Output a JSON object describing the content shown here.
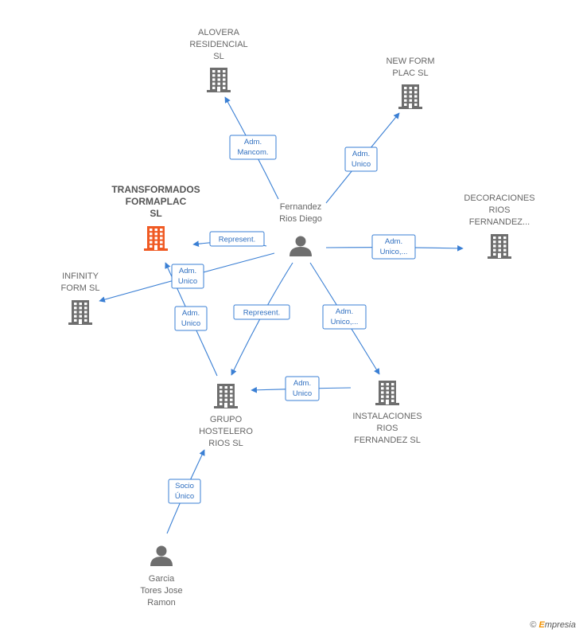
{
  "colors": {
    "edge": "#3a7fd4",
    "company": "#6e6e6e",
    "focus_company": "#f05a23",
    "person": "#6e6e6e"
  },
  "nodes": [
    {
      "id": "alovera",
      "type": "company",
      "lines": [
        "ALOVERA",
        "RESIDENCIAL",
        "SL"
      ]
    },
    {
      "id": "newform",
      "type": "company",
      "lines": [
        "NEW FORM",
        "PLAC  SL"
      ]
    },
    {
      "id": "transformados",
      "type": "company-focus",
      "lines": [
        "TRANSFORMADOS",
        "FORMAPLAC",
        "SL"
      ]
    },
    {
      "id": "decoraciones",
      "type": "company",
      "lines": [
        "DECORACIONES",
        "RIOS",
        "FERNANDEZ..."
      ]
    },
    {
      "id": "infinity",
      "type": "company",
      "lines": [
        "INFINITY",
        "FORM  SL"
      ]
    },
    {
      "id": "fernandez",
      "type": "person",
      "lines": [
        "Fernandez",
        "Rios Diego"
      ]
    },
    {
      "id": "grupo",
      "type": "company",
      "lines": [
        "GRUPO",
        "HOSTELERO",
        "RIOS  SL"
      ]
    },
    {
      "id": "instalaciones",
      "type": "company",
      "lines": [
        "INSTALACIONES",
        "RIOS",
        "FERNANDEZ SL"
      ]
    },
    {
      "id": "garcia",
      "type": "person",
      "lines": [
        "Garcia",
        "Tores Jose",
        "Ramon"
      ]
    }
  ],
  "edges": [
    {
      "id": "e1",
      "from": "fernandez",
      "to": "alovera",
      "lines": [
        "Adm.",
        "Mancom."
      ]
    },
    {
      "id": "e2",
      "from": "fernandez",
      "to": "newform",
      "lines": [
        "Adm.",
        "Unico"
      ]
    },
    {
      "id": "e3",
      "from": "fernandez",
      "to": "transformados",
      "lines": [
        "Represent."
      ]
    },
    {
      "id": "e4",
      "from": "fernandez",
      "to": "decoraciones",
      "lines": [
        "Adm.",
        "Unico,..."
      ]
    },
    {
      "id": "e5",
      "from": "fernandez",
      "to": "infinity",
      "lines": [
        "Adm.",
        "Unico"
      ]
    },
    {
      "id": "e6",
      "from": "grupo",
      "to": "transformados",
      "lines": [
        "Adm.",
        "Unico"
      ]
    },
    {
      "id": "e7",
      "from": "fernandez",
      "to": "grupo",
      "lines": [
        "Represent."
      ]
    },
    {
      "id": "e8",
      "from": "fernandez",
      "to": "instalaciones",
      "lines": [
        "Adm.",
        "Unico,..."
      ]
    },
    {
      "id": "e9",
      "from": "instalaciones",
      "to": "grupo",
      "lines": [
        "Adm.",
        "Unico"
      ]
    },
    {
      "id": "e10",
      "from": "garcia",
      "to": "grupo",
      "lines": [
        "Socio",
        "Único"
      ]
    }
  ],
  "credit": {
    "symbol": "©",
    "brand_initial": "E",
    "brand_rest": "mpresia"
  }
}
